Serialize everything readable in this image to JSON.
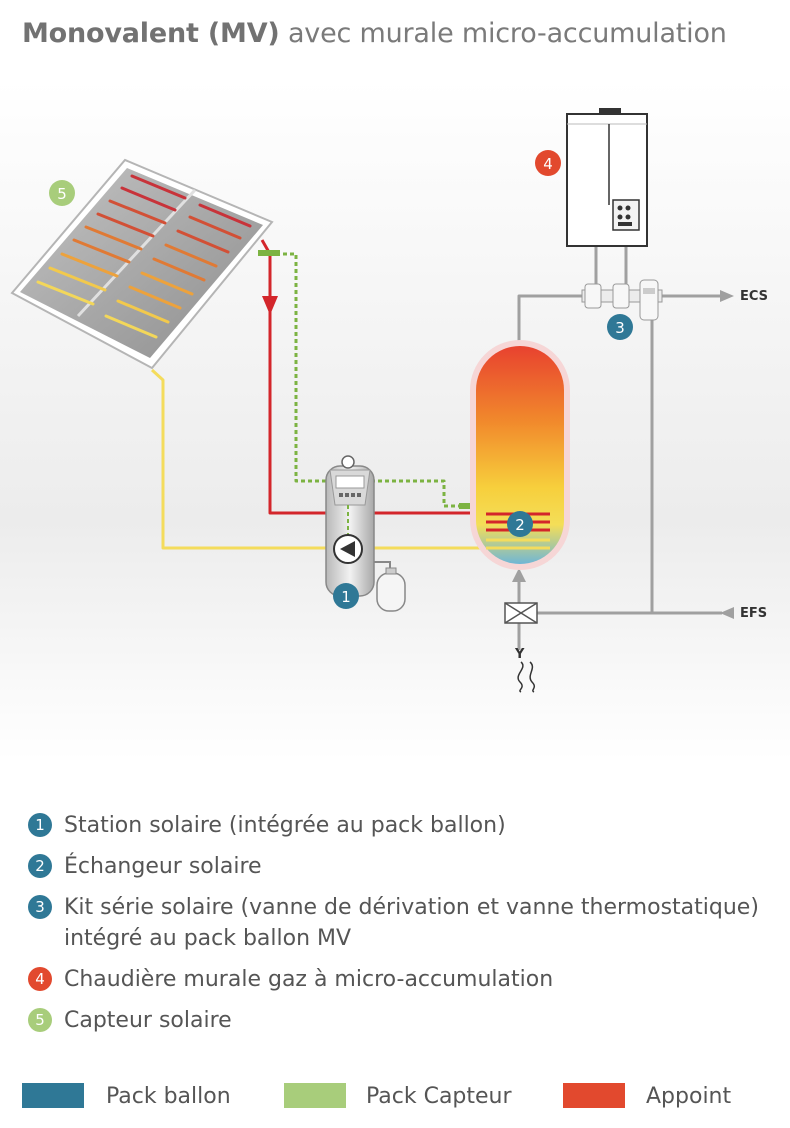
{
  "title": {
    "bold": "Monovalent (MV)",
    "rest": " avec murale micro-accumulation"
  },
  "colors": {
    "pack_ballon": "#2f7896",
    "pack_capteur": "#a8cd7b",
    "appoint": "#e2492e",
    "pipe_red": "#d3262b",
    "pipe_yellow": "#f4dc5c",
    "pipe_green": "#7cb342",
    "pipe_grey": "#a0a0a0"
  },
  "diagram": {
    "markers": {
      "m1": "1",
      "m2": "2",
      "m3": "3",
      "m4": "4",
      "m5": "5"
    },
    "labels": {
      "ecs": "ECS",
      "efs": "EFS",
      "y": "Y"
    }
  },
  "legend": [
    {
      "num": "1",
      "color": "#2f7896",
      "text": "Station solaire (intégrée au pack ballon)"
    },
    {
      "num": "2",
      "color": "#2f7896",
      "text": "Échangeur solaire"
    },
    {
      "num": "3",
      "color": "#2f7896",
      "text": "Kit série solaire (vanne de dérivation et vanne thermostatique) intégré au pack ballon MV"
    },
    {
      "num": "4",
      "color": "#e2492e",
      "text": "Chaudière murale gaz à micro-accumulation"
    },
    {
      "num": "5",
      "color": "#a8cd7b",
      "text": "Capteur solaire"
    }
  ],
  "packs": [
    {
      "label": "Pack ballon",
      "color": "#2f7896"
    },
    {
      "label": "Pack Capteur",
      "color": "#a8cd7b"
    },
    {
      "label": "Appoint",
      "color": "#e2492e"
    }
  ]
}
